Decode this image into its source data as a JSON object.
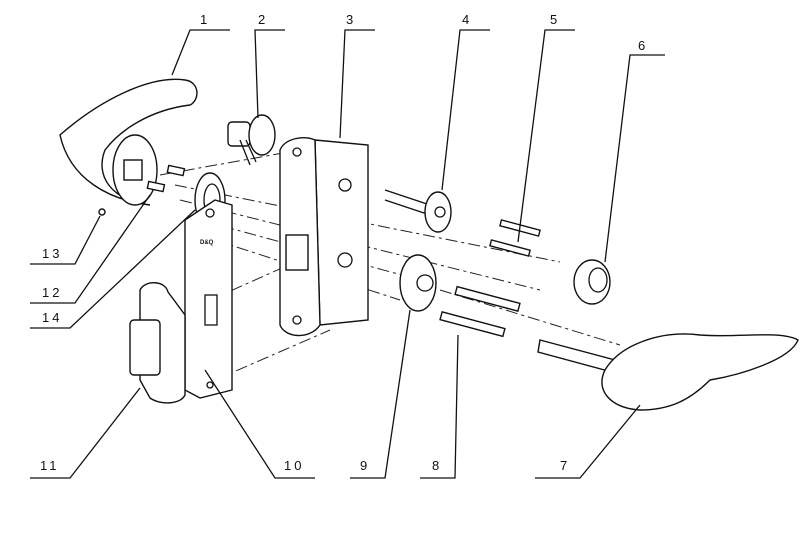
{
  "title": "Mortise lock exploded view",
  "callouts": [
    {
      "id": "1"
    },
    {
      "id": "2"
    },
    {
      "id": "3"
    },
    {
      "id": "4"
    },
    {
      "id": "5"
    },
    {
      "id": "6"
    },
    {
      "id": "7"
    },
    {
      "id": "8"
    },
    {
      "id": "9"
    },
    {
      "id": "10"
    },
    {
      "id": "11"
    },
    {
      "id": "12"
    },
    {
      "id": "13"
    },
    {
      "id": "14"
    }
  ],
  "faceplate_mark": "D&Q"
}
